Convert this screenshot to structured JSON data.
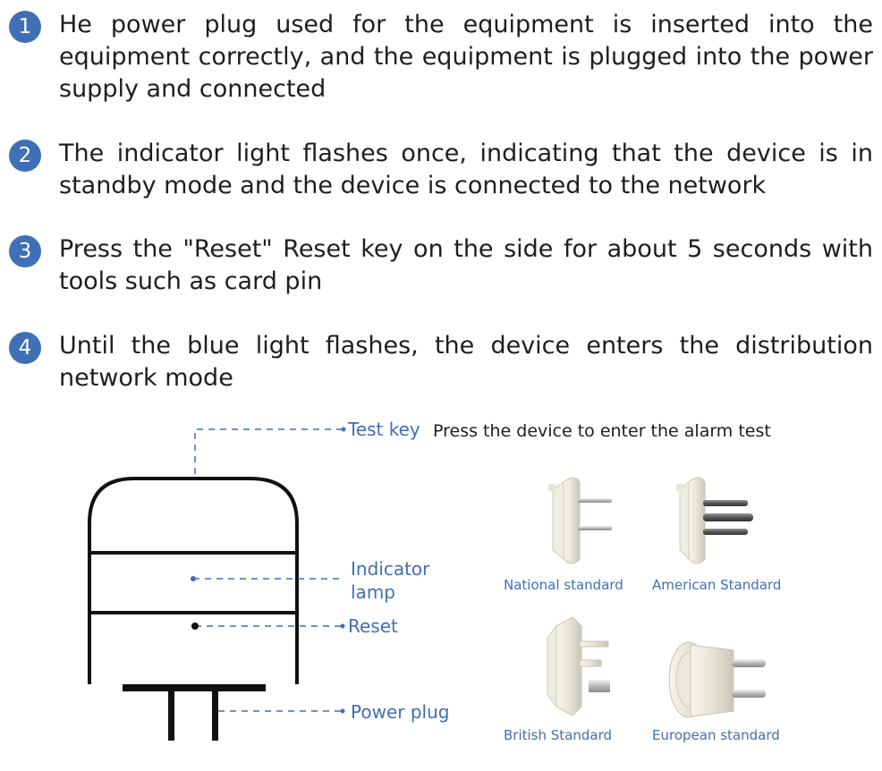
{
  "steps": [
    {
      "number": "1",
      "text": "He power plug used for the equipment is inserted into the equipment correctly, and the equipment is plugged into the power supply and connected"
    },
    {
      "number": "2",
      "text": "The indicator light flashes once, indicating that the device is in standby mode and the device is connected to the network"
    },
    {
      "number": "3",
      "text": "Press the \"Reset\" Reset key on the side for about 5 seconds with tools such as card pin"
    },
    {
      "number": "4",
      "text": "Until the blue light flashes, the device enters the distribution network mode"
    }
  ],
  "diagram": {
    "test_key_label": "Test key",
    "test_key_description": "Press the device to enter the alarm test",
    "indicator_label_line1": "Indicator",
    "indicator_label_line2": "lamp",
    "reset_label": "Reset",
    "power_plug_label": "Power plug"
  },
  "plugs": [
    {
      "caption": "National standard",
      "icon": "national-plug-icon"
    },
    {
      "caption": "American Standard",
      "icon": "american-plug-icon"
    },
    {
      "caption": "British Standard",
      "icon": "british-plug-icon"
    },
    {
      "caption": "European standard",
      "icon": "european-plug-icon"
    }
  ],
  "colors": {
    "accent": "#3f6fb5",
    "text": "#1e1e1e",
    "outline": "#111111"
  }
}
